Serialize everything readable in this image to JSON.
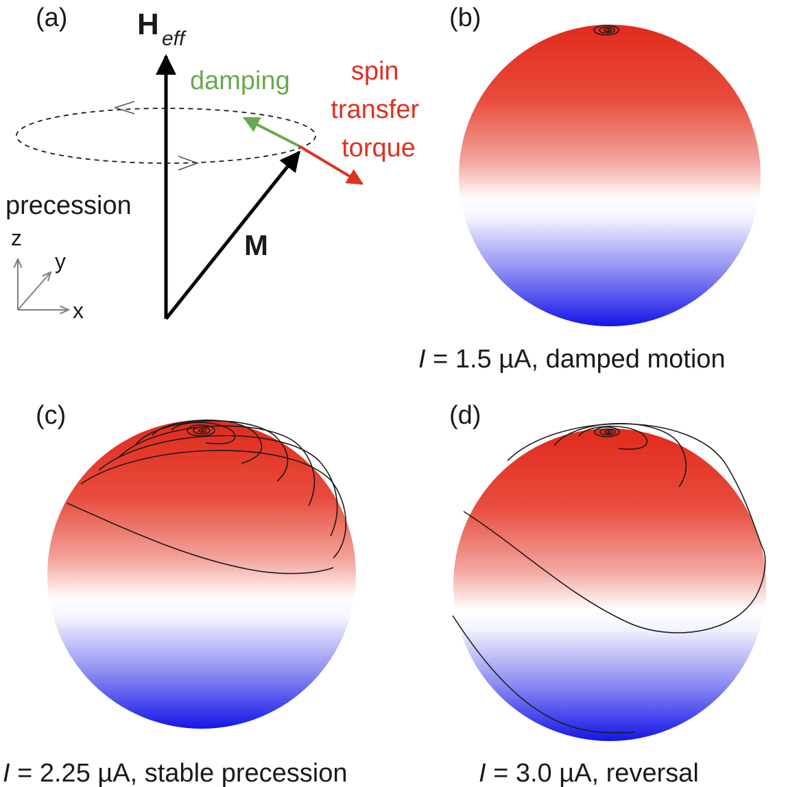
{
  "panels": {
    "a": {
      "label": "(a)",
      "heff": {
        "main": "H",
        "sub": "eff"
      },
      "magnetization": "M",
      "damping": "damping",
      "spin_transfer": [
        "spin",
        "transfer",
        "torque"
      ],
      "precession": "precession",
      "axes": {
        "z": "z",
        "y": "y",
        "x": "x"
      }
    },
    "b": {
      "label": "(b)",
      "caption_italic": "I",
      "caption_rest": " = 1.5 µA, damped motion"
    },
    "c": {
      "label": "(c)",
      "caption_italic": "I",
      "caption_rest": " = 2.25 µA, stable precession"
    },
    "d": {
      "label": "(d)",
      "caption_italic": "I",
      "caption_rest": " = 3.0 µA, reversal"
    }
  },
  "colors": {
    "damping": "#6aa84f",
    "spin_transfer_torque": "#e03020",
    "sphere_top": "#e53a2b",
    "sphere_equator": "#ffffff",
    "sphere_bottom": "#1a1ae6",
    "arrow": "#000000",
    "axis": "#808080"
  }
}
